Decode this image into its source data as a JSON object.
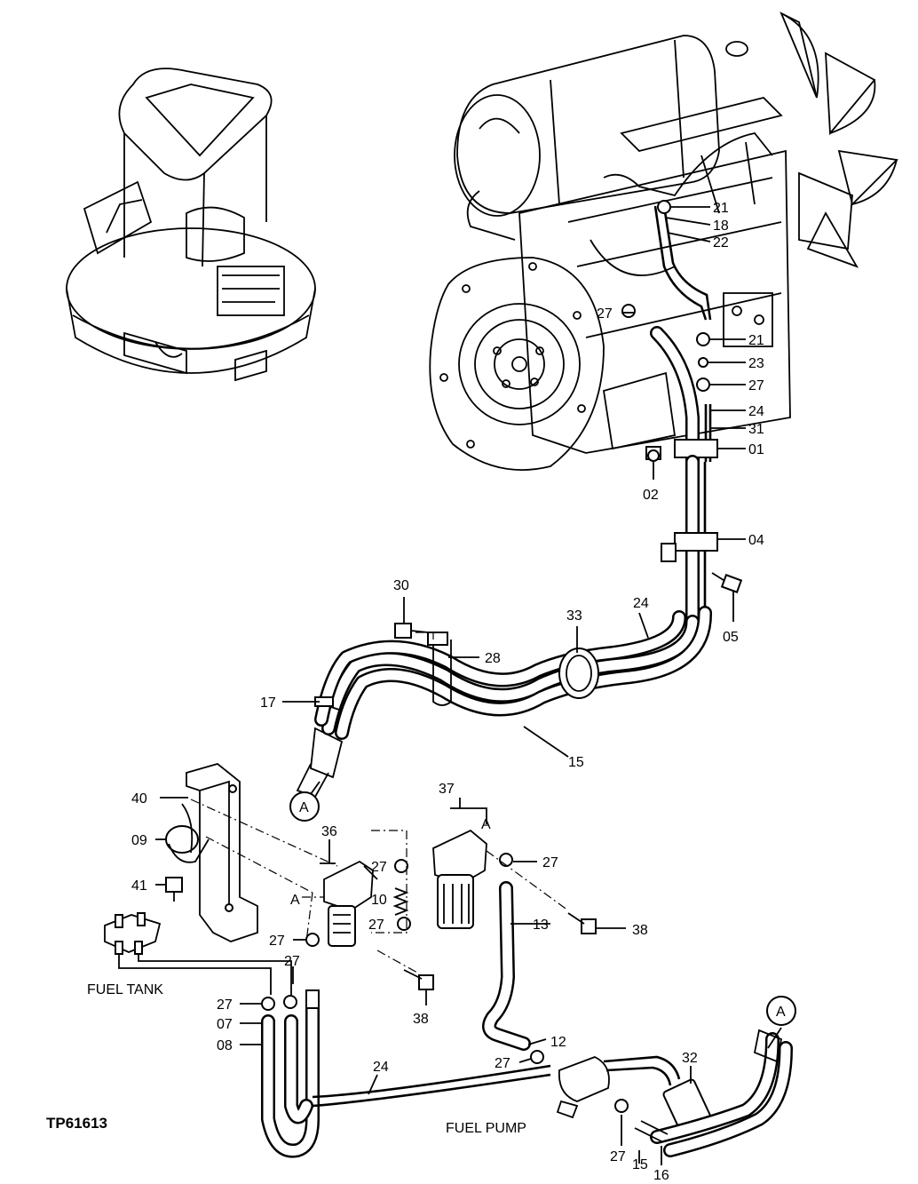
{
  "callouts": {
    "c21a": "21",
    "c18": "18",
    "c22": "22",
    "c27a": "27",
    "c21b": "21",
    "c23": "23",
    "c27b": "27",
    "c24a": "24",
    "c31": "31",
    "c01": "01",
    "c02": "02",
    "c04": "04",
    "c05": "05",
    "c30": "30",
    "c33": "33",
    "c24b": "24",
    "c28": "28",
    "c17": "17",
    "c15a": "15",
    "c40": "40",
    "c09": "09",
    "c41": "41",
    "c36": "36",
    "c37": "37",
    "c27c": "27",
    "c27d": "27",
    "c10": "10",
    "c27e": "27",
    "c27f": "27",
    "c13": "13",
    "c38a": "38",
    "c38b": "38",
    "c27g": "27",
    "c27h": "27",
    "c07": "07",
    "c08": "08",
    "c24c": "24",
    "c12": "12",
    "c27i": "27",
    "c32": "32",
    "c27j": "27",
    "c15b": "15",
    "c16": "16",
    "aLeft": "A",
    "aRight": "A"
  },
  "labels": {
    "fuel_tank": "FUEL TANK",
    "fuel_pump": "FUEL PUMP",
    "figure_id": "TP61613",
    "circle_a1": "A",
    "circle_a2": "A"
  }
}
